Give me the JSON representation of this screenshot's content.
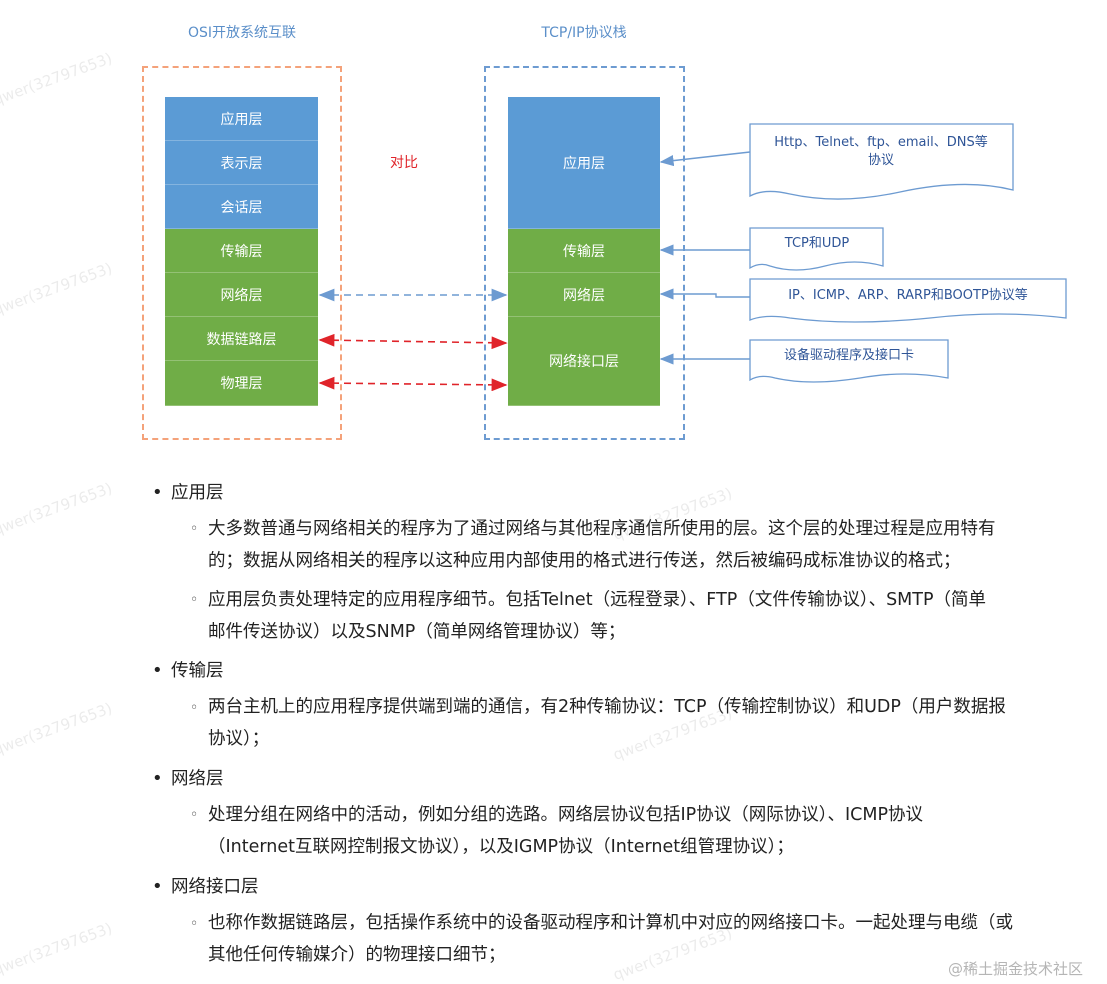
{
  "diagram": {
    "osi_title": "OSI开放系统互联",
    "tcp_title": "TCP/IP协议栈",
    "compare_label": "对比",
    "osi_layers": [
      "应用层",
      "表示层",
      "会话层",
      "传输层",
      "网络层",
      "数据链路层",
      "物理层"
    ],
    "tcp_layers": [
      "应用层",
      "传输层",
      "网络层",
      "网络接口层"
    ],
    "notes": [
      {
        "line1": "Http、Telnet、ftp、email、DNS等",
        "line2": "协议"
      },
      {
        "line1": "TCP和UDP",
        "line2": ""
      },
      {
        "line1": "IP、ICMP、ARP、RARP和BOOTP协议等",
        "line2": ""
      },
      {
        "line1": "设备驱动程序及接口卡",
        "line2": ""
      }
    ],
    "colors": {
      "upper": "#5b9bd5",
      "lower": "#70ad47",
      "osi_border": "#f4a27a",
      "tcp_border": "#6d9bd1",
      "red_arrow": "#e0242a",
      "blue_arrow": "#6d9bd1"
    }
  },
  "text": {
    "s1": {
      "title": "应用层",
      "items": [
        [
          "大多数普通与网络相关的程序为了通过网络与其他程序通信所使用的层。这个层的处理过程是应用特有",
          "的；数据从网络相关的程序以这种应用内部使用的格式进行传送，然后被编码成标准协议的格式；"
        ],
        [
          "应用层负责处理特定的应用程序细节。包括Telnet（远程登录）、FTP（文件传输协议）、SMTP（简单",
          "邮件传送协议）以及SNMP（简单网络管理协议）等；"
        ]
      ]
    },
    "s2": {
      "title": "传输层",
      "items": [
        [
          "两台主机上的应用程序提供端到端的通信，有2种传输协议：TCP（传输控制协议）和UDP（用户数据报",
          "协议）；"
        ]
      ]
    },
    "s3": {
      "title": "网络层",
      "items": [
        [
          "处理分组在网络中的活动，例如分组的选路。网络层协议包括IP协议（网际协议）、ICMP协议",
          "（Internet互联网控制报文协议），以及IGMP协议（Internet组管理协议）；"
        ]
      ]
    },
    "s4": {
      "title": "网络接口层",
      "items": [
        [
          "也称作数据链路层，包括操作系统中的设备驱动程序和计算机中对应的网络接口卡。一起处理与电缆（或",
          "其他任何传输媒介）的物理接口细节；"
        ]
      ]
    }
  },
  "marks": {
    "bullet": "•",
    "sub_bullet": "◦",
    "watermark": "qwer(32797653)",
    "site": "@稀土掘金技术社区"
  }
}
